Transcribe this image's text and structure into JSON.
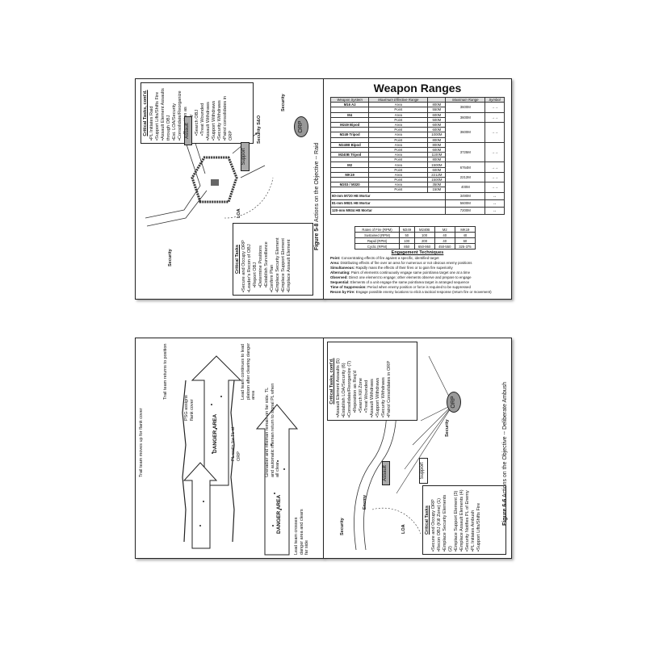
{
  "raid": {
    "critical_left": {
      "title": "Critical Tasks",
      "items": [
        {
          "text": "•Secure and Occupy ORP",
          "sub": false
        },
        {
          "text": "•Leader's Recon of OBJ",
          "sub": false
        },
        {
          "text": "•Report OBJ",
          "sub": true
        },
        {
          "text": "•Determine Positions",
          "sub": true
        },
        {
          "text": "•Establish Surveillance",
          "sub": true
        },
        {
          "text": "•Confirm Plan",
          "sub": false
        },
        {
          "text": "•Emplace Security Element",
          "sub": false
        },
        {
          "text": "•Emplace Support Element",
          "sub": false
        },
        {
          "text": "•Emplace Assault Element",
          "sub": false
        }
      ]
    },
    "critical_right": {
      "title": "Critical Tasks, cont'd.",
      "items": [
        {
          "text": "•PL Initiates Raid",
          "sub": false
        },
        {
          "text": "•Support Lifts/Shifts Fire",
          "sub": false
        },
        {
          "text": "•Assault Element Assaults through OBJ",
          "sub": false
        },
        {
          "text": "•Est. LOA/Security",
          "sub": false
        },
        {
          "text": "•Consolidate/Reorganize",
          "sub": false
        },
        {
          "text": "•Reposition as Necessary",
          "sub": true
        },
        {
          "text": "•Search OBJ",
          "sub": true
        },
        {
          "text": "•Treat Wounded",
          "sub": true
        },
        {
          "text": "•Assault Withdraws",
          "sub": false
        },
        {
          "text": "•Support Withdraws",
          "sub": false
        },
        {
          "text": "•Security Withdraws",
          "sub": false
        },
        {
          "text": "•Patrol consolidates in ORP",
          "sub": false
        }
      ]
    },
    "labels": {
      "security1": "Security",
      "security2": "Security",
      "security3": "Security S&O",
      "assault": "Assault",
      "support": "Support",
      "loa": "LOA",
      "orp": "ORP"
    },
    "caption_bold": "Figure 5-8",
    "caption_rest": " Actions on the Objective -- Raid"
  },
  "weapon": {
    "title": "Weapon Ranges",
    "headers": [
      "Weapon System",
      "Maximum Effective Range",
      "",
      "Maximum Range",
      "Symbol"
    ],
    "rows": [
      {
        "weapon": "M16 A2",
        "type": "Area",
        "eff": "800M",
        "max": "3600M",
        "span": 2
      },
      {
        "weapon": "",
        "type": "Point",
        "eff": "550M",
        "max": "",
        "span": 0
      },
      {
        "weapon": "M4",
        "type": "Area",
        "eff": "600M",
        "max": "3600M",
        "span": 2
      },
      {
        "weapon": "",
        "type": "Point",
        "eff": "500M",
        "max": "",
        "span": 0
      },
      {
        "weapon": "M249 Bipod",
        "type": "Area",
        "eff": "600M",
        "max": "3600M",
        "span": 4
      },
      {
        "weapon": "",
        "type": "Point",
        "eff": "600M",
        "max": "",
        "span": 0
      },
      {
        "weapon": "M249 Tripod",
        "type": "Area",
        "eff": "1000M",
        "max": "",
        "span": 0
      },
      {
        "weapon": "",
        "type": "Point",
        "eff": "800M",
        "max": "",
        "span": 0
      },
      {
        "weapon": "M240B Bipod",
        "type": "Area",
        "eff": "800M",
        "max": "3725M",
        "span": 4
      },
      {
        "weapon": "",
        "type": "Point",
        "eff": "600M",
        "max": "",
        "span": 0
      },
      {
        "weapon": "M240B Tripod",
        "type": "Area",
        "eff": "1100M",
        "max": "",
        "span": 0
      },
      {
        "weapon": "",
        "type": "Point",
        "eff": "800M",
        "max": "",
        "span": 0
      },
      {
        "weapon": "M2",
        "type": "Area",
        "eff": "1500M",
        "max": "6764M",
        "span": 2
      },
      {
        "weapon": "",
        "type": "Point",
        "eff": "600M",
        "max": "",
        "span": 0
      },
      {
        "weapon": "MK19",
        "type": "Area",
        "eff": "2212M",
        "max": "2212M",
        "span": 2
      },
      {
        "weapon": "",
        "type": "Point",
        "eff": "1500M",
        "max": "",
        "span": 0
      },
      {
        "weapon": "M203 / M320",
        "type": "Area",
        "eff": "350M",
        "max": "400M",
        "span": 2
      },
      {
        "weapon": "",
        "type": "Point",
        "eff": "150M",
        "max": "",
        "span": 0
      }
    ],
    "mortars": [
      {
        "weapon": "60-mm M720 HE Mortar",
        "max": "3490M"
      },
      {
        "weapon": "81-mm M821 HE Mortar",
        "max": "5600M"
      },
      {
        "weapon": "120-mm M934 HE Mortar",
        "max": "7200M"
      }
    ],
    "rof_headers": [
      "Rates of Fire (RPM)",
      "M249",
      "M240B",
      "M2",
      "MK19"
    ],
    "rof_rows": [
      [
        "Sustained (RPM)",
        "50",
        "100",
        "40",
        "40"
      ],
      [
        "Rapid (RPM)",
        "100",
        "200",
        "40",
        "60"
      ],
      [
        "Cyclic (RPM)",
        "850",
        "650-950",
        "450-550",
        "325-375"
      ]
    ],
    "eng_title": "Engagement Techniques",
    "eng": [
      {
        "term": "Point:",
        "text": " Concentrating effects of fire against a specific, identified target"
      },
      {
        "term": "Area:",
        "text": " Distributing effects of fire over an area for numerous or not obvious enemy positions"
      },
      {
        "term": "Simultaneous:",
        "text": " Rapidly mass the effects of their fires or to gain fire superiority"
      },
      {
        "term": "Alternating:",
        "text": " Pairs of elements continuously engage same point/area target one at a time"
      },
      {
        "term": "Observed:",
        "text": " Direct one element to engage; other elements observe and prepare to engage"
      },
      {
        "term": "Sequential:",
        "text": " Elements of a unit engage the same point/area target in arranged sequence"
      },
      {
        "term": "Time of Suppression:",
        "text": " Period when enemy position or force is required to be suppressed"
      },
      {
        "term": "Recon by Fire:",
        "text": " Engage possible enemy locations to elicit a tactical response (return fire or movement)"
      }
    ]
  },
  "danger": {
    "note1": "Lead team crosses danger area and clears far side",
    "note2": "Grenadier and rifleman remain on far side. TL and automatic rifleman return to signal PL when all clear",
    "note3": "Lead team continues to lead platoon after clearing danger area",
    "note4": "Trail team moves up for flank cover",
    "note5": "Trail team returns to position",
    "sign1": "DANGER AREA",
    "sign2": "DANGER AREA",
    "pl_waits": "PL waits for TL at ORP",
    "psg": "PSG assigns flank cover"
  },
  "ambush": {
    "critical_left": {
      "title": "Critical Tasks",
      "items": [
        {
          "text": "•Secure and Occupy ORP",
          "sub": false
        },
        {
          "text": "•Recon OBJ (Kill Zone) (1)",
          "sub": false
        },
        {
          "text": "•Emplace Security Elements (2)",
          "sub": false
        },
        {
          "text": "•Emplace Support Element (3)",
          "sub": false
        },
        {
          "text": "•Emplace Assault Elements (4)",
          "sub": false
        },
        {
          "text": "•Security Notifies PL of Enemy",
          "sub": false
        },
        {
          "text": "•PL Initiates Ambush",
          "sub": false
        },
        {
          "text": "•Support Lifts/Shifts Fire",
          "sub": false
        }
      ]
    },
    "critical_right": {
      "title": "Critical Tasks, cont'd.",
      "items": [
        {
          "text": "•Assault Element Assaults (5)",
          "sub": false
        },
        {
          "text": "•Establish LOA/Security (6)",
          "sub": false
        },
        {
          "text": "•Consolidate/Reorganize (7)",
          "sub": false
        },
        {
          "text": "•Reposition as Req'd",
          "sub": true
        },
        {
          "text": "•Search Kill Zone",
          "sub": true
        },
        {
          "text": "•Treat Wounded",
          "sub": true
        },
        {
          "text": "•Assault Withdraws",
          "sub": false
        },
        {
          "text": "•Support Withdraws",
          "sub": false
        },
        {
          "text": "•Security Withdraws",
          "sub": false
        },
        {
          "text": "•Patrol Consolidates in ORP",
          "sub": false
        }
      ]
    },
    "labels": {
      "security1": "Security",
      "security2": "Security",
      "assault": "Assault",
      "support": "Support",
      "enemy": "Enemy",
      "loa": "LOA",
      "orp": "ORP"
    },
    "caption_bold": "Figure 6-6",
    "caption_rest": " Actions on the Objective -- Deliberate Ambush"
  }
}
